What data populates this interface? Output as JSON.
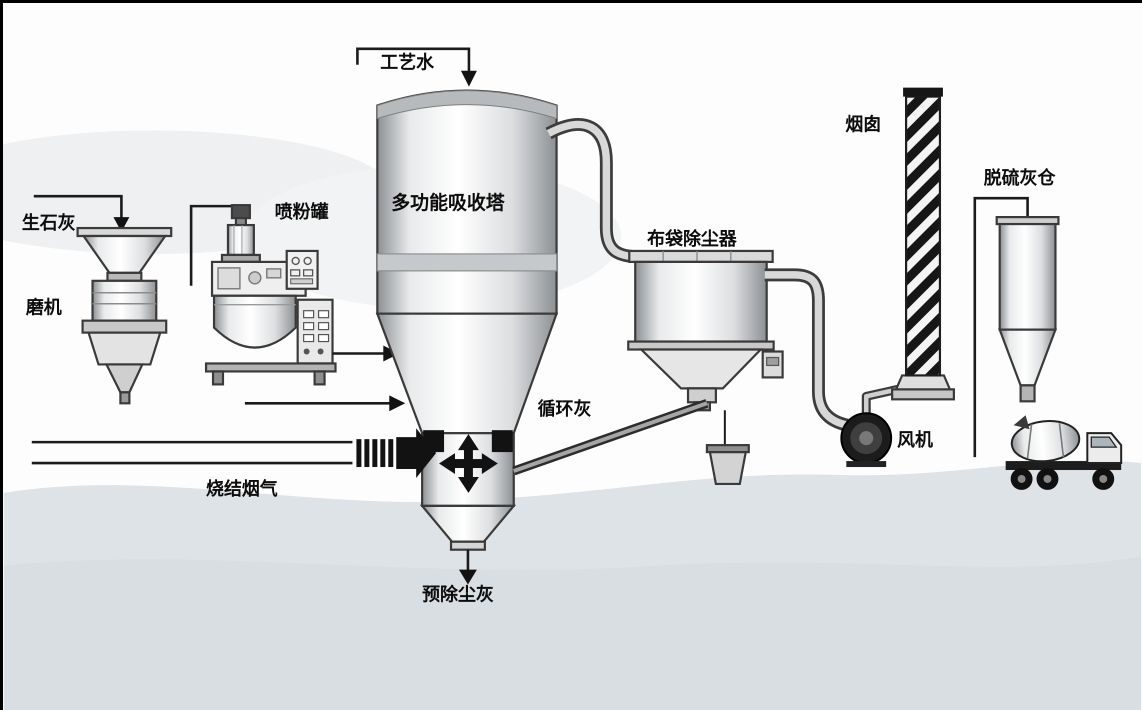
{
  "diagram": {
    "labels": {
      "process_water": "工艺水",
      "quicklime": "生石灰",
      "mill": "磨机",
      "powder_tank": "喷粉罐",
      "absorber_tower": "多功能吸收塔",
      "bag_filter": "布袋除尘器",
      "chimney": "烟囱",
      "desulf_ash_silo": "脱硫灰仓",
      "circulating_ash": "循环灰",
      "fan": "风机",
      "sintering_flue_gas": "烧结烟气",
      "pre_dedust_ash": "预除尘灰"
    },
    "colors": {
      "line": "#1b1b1b",
      "equipment_stroke": "#3a3a3a",
      "background_wash": "#dee3e7",
      "stripe_dark": "#161616"
    }
  }
}
